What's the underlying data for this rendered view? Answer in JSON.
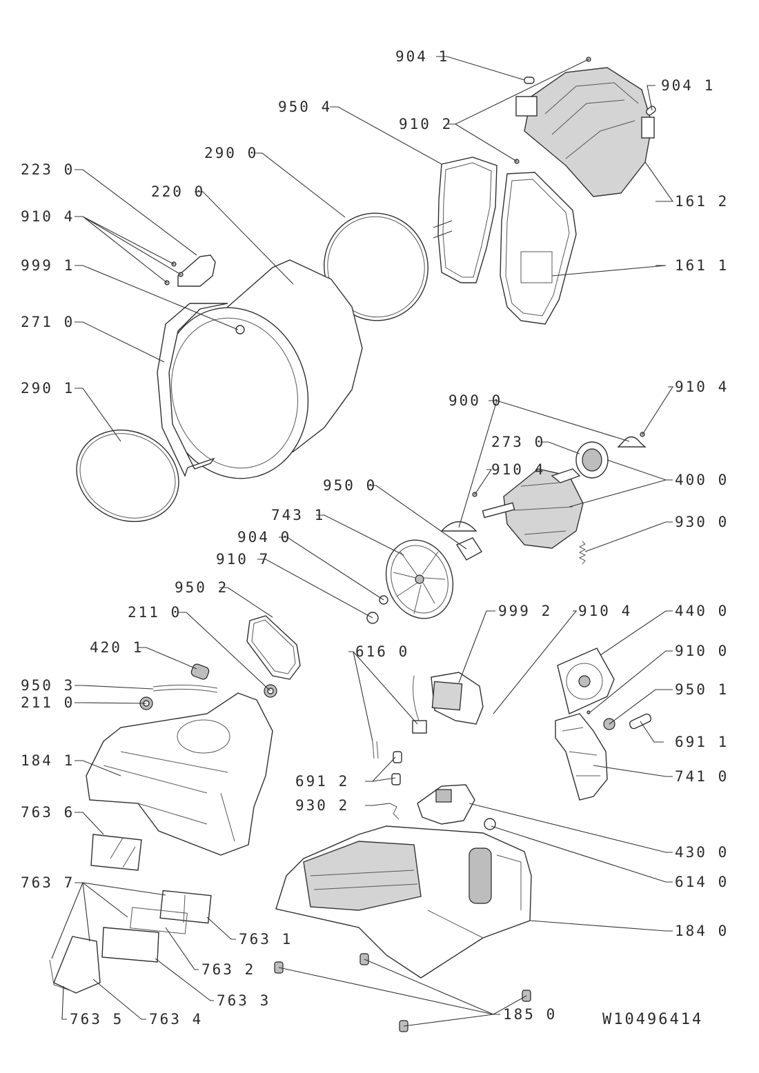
{
  "diagram": {
    "document_number": "W10496414",
    "callouts": [
      {
        "id": "c-904-1-a",
        "text": "904 1"
      },
      {
        "id": "c-904-1-b",
        "text": "904 1"
      },
      {
        "id": "c-950-4",
        "text": "950 4"
      },
      {
        "id": "c-910-2",
        "text": "910 2"
      },
      {
        "id": "c-290-0",
        "text": "290 0"
      },
      {
        "id": "c-223-0",
        "text": "223 0"
      },
      {
        "id": "c-220-0",
        "text": "220 0"
      },
      {
        "id": "c-910-4-a",
        "text": "910 4"
      },
      {
        "id": "c-161-2",
        "text": "161 2"
      },
      {
        "id": "c-161-1",
        "text": "161 1"
      },
      {
        "id": "c-999-1",
        "text": "999 1"
      },
      {
        "id": "c-271-0",
        "text": "271 0"
      },
      {
        "id": "c-290-1",
        "text": "290 1"
      },
      {
        "id": "c-900-0",
        "text": "900 0"
      },
      {
        "id": "c-910-4-b",
        "text": "910 4"
      },
      {
        "id": "c-273-0",
        "text": "273 0"
      },
      {
        "id": "c-910-4-c",
        "text": "910 4"
      },
      {
        "id": "c-950-0",
        "text": "950 0"
      },
      {
        "id": "c-400-0",
        "text": "400 0"
      },
      {
        "id": "c-743-1",
        "text": "743 1"
      },
      {
        "id": "c-904-0",
        "text": "904 0"
      },
      {
        "id": "c-910-7",
        "text": "910 7"
      },
      {
        "id": "c-930-0",
        "text": "930 0"
      },
      {
        "id": "c-950-2",
        "text": "950 2"
      },
      {
        "id": "c-999-2",
        "text": "999 2"
      },
      {
        "id": "c-910-4-d",
        "text": "910 4"
      },
      {
        "id": "c-440-0",
        "text": "440 0"
      },
      {
        "id": "c-211-0-a",
        "text": "211 0"
      },
      {
        "id": "c-420-1",
        "text": "420 1"
      },
      {
        "id": "c-616-0",
        "text": "616 0"
      },
      {
        "id": "c-910-0",
        "text": "910 0"
      },
      {
        "id": "c-950-3",
        "text": "950 3"
      },
      {
        "id": "c-950-1",
        "text": "950 1"
      },
      {
        "id": "c-211-0-b",
        "text": "211 0"
      },
      {
        "id": "c-691-1",
        "text": "691 1"
      },
      {
        "id": "c-184-1",
        "text": "184 1"
      },
      {
        "id": "c-691-2",
        "text": "691 2"
      },
      {
        "id": "c-741-0",
        "text": "741 0"
      },
      {
        "id": "c-930-2",
        "text": "930 2"
      },
      {
        "id": "c-763-6",
        "text": "763 6"
      },
      {
        "id": "c-430-0",
        "text": "430 0"
      },
      {
        "id": "c-763-7",
        "text": "763 7"
      },
      {
        "id": "c-614-0",
        "text": "614 0"
      },
      {
        "id": "c-763-1",
        "text": "763 1"
      },
      {
        "id": "c-184-0",
        "text": "184 0"
      },
      {
        "id": "c-763-2",
        "text": "763 2"
      },
      {
        "id": "c-763-3",
        "text": "763 3"
      },
      {
        "id": "c-763-5",
        "text": "763 5"
      },
      {
        "id": "c-763-4",
        "text": "763 4"
      },
      {
        "id": "c-185-0",
        "text": "185 0"
      }
    ]
  }
}
